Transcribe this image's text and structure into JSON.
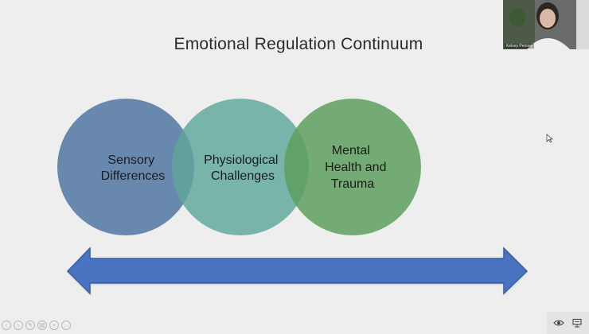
{
  "slide": {
    "title": "Emotional Regulation Continuum",
    "circles": [
      {
        "lines": [
          "Sensory",
          "Differences"
        ],
        "color": "#5d7fa8"
      },
      {
        "lines": [
          "Physiological",
          "Challenges"
        ],
        "color": "#5ea79b"
      },
      {
        "lines": [
          "Mental",
          "Health and",
          "Trauma"
        ],
        "color": "#5e9f5f"
      }
    ],
    "arrow": {
      "color": "#4472c4",
      "direction": "bidirectional"
    }
  },
  "webcam": {
    "participant_name": "Kelsey Penney"
  },
  "presentation_controls": {
    "icons": [
      "previous-icon",
      "next-icon",
      "pen-icon",
      "slides-icon",
      "zoom-icon",
      "more-icon"
    ],
    "glyphs": [
      "‹",
      "›",
      "✎",
      "▤",
      "⌕",
      "…"
    ]
  },
  "corner_controls": {
    "icons": [
      "eye-icon",
      "presenter-view-icon"
    ]
  }
}
